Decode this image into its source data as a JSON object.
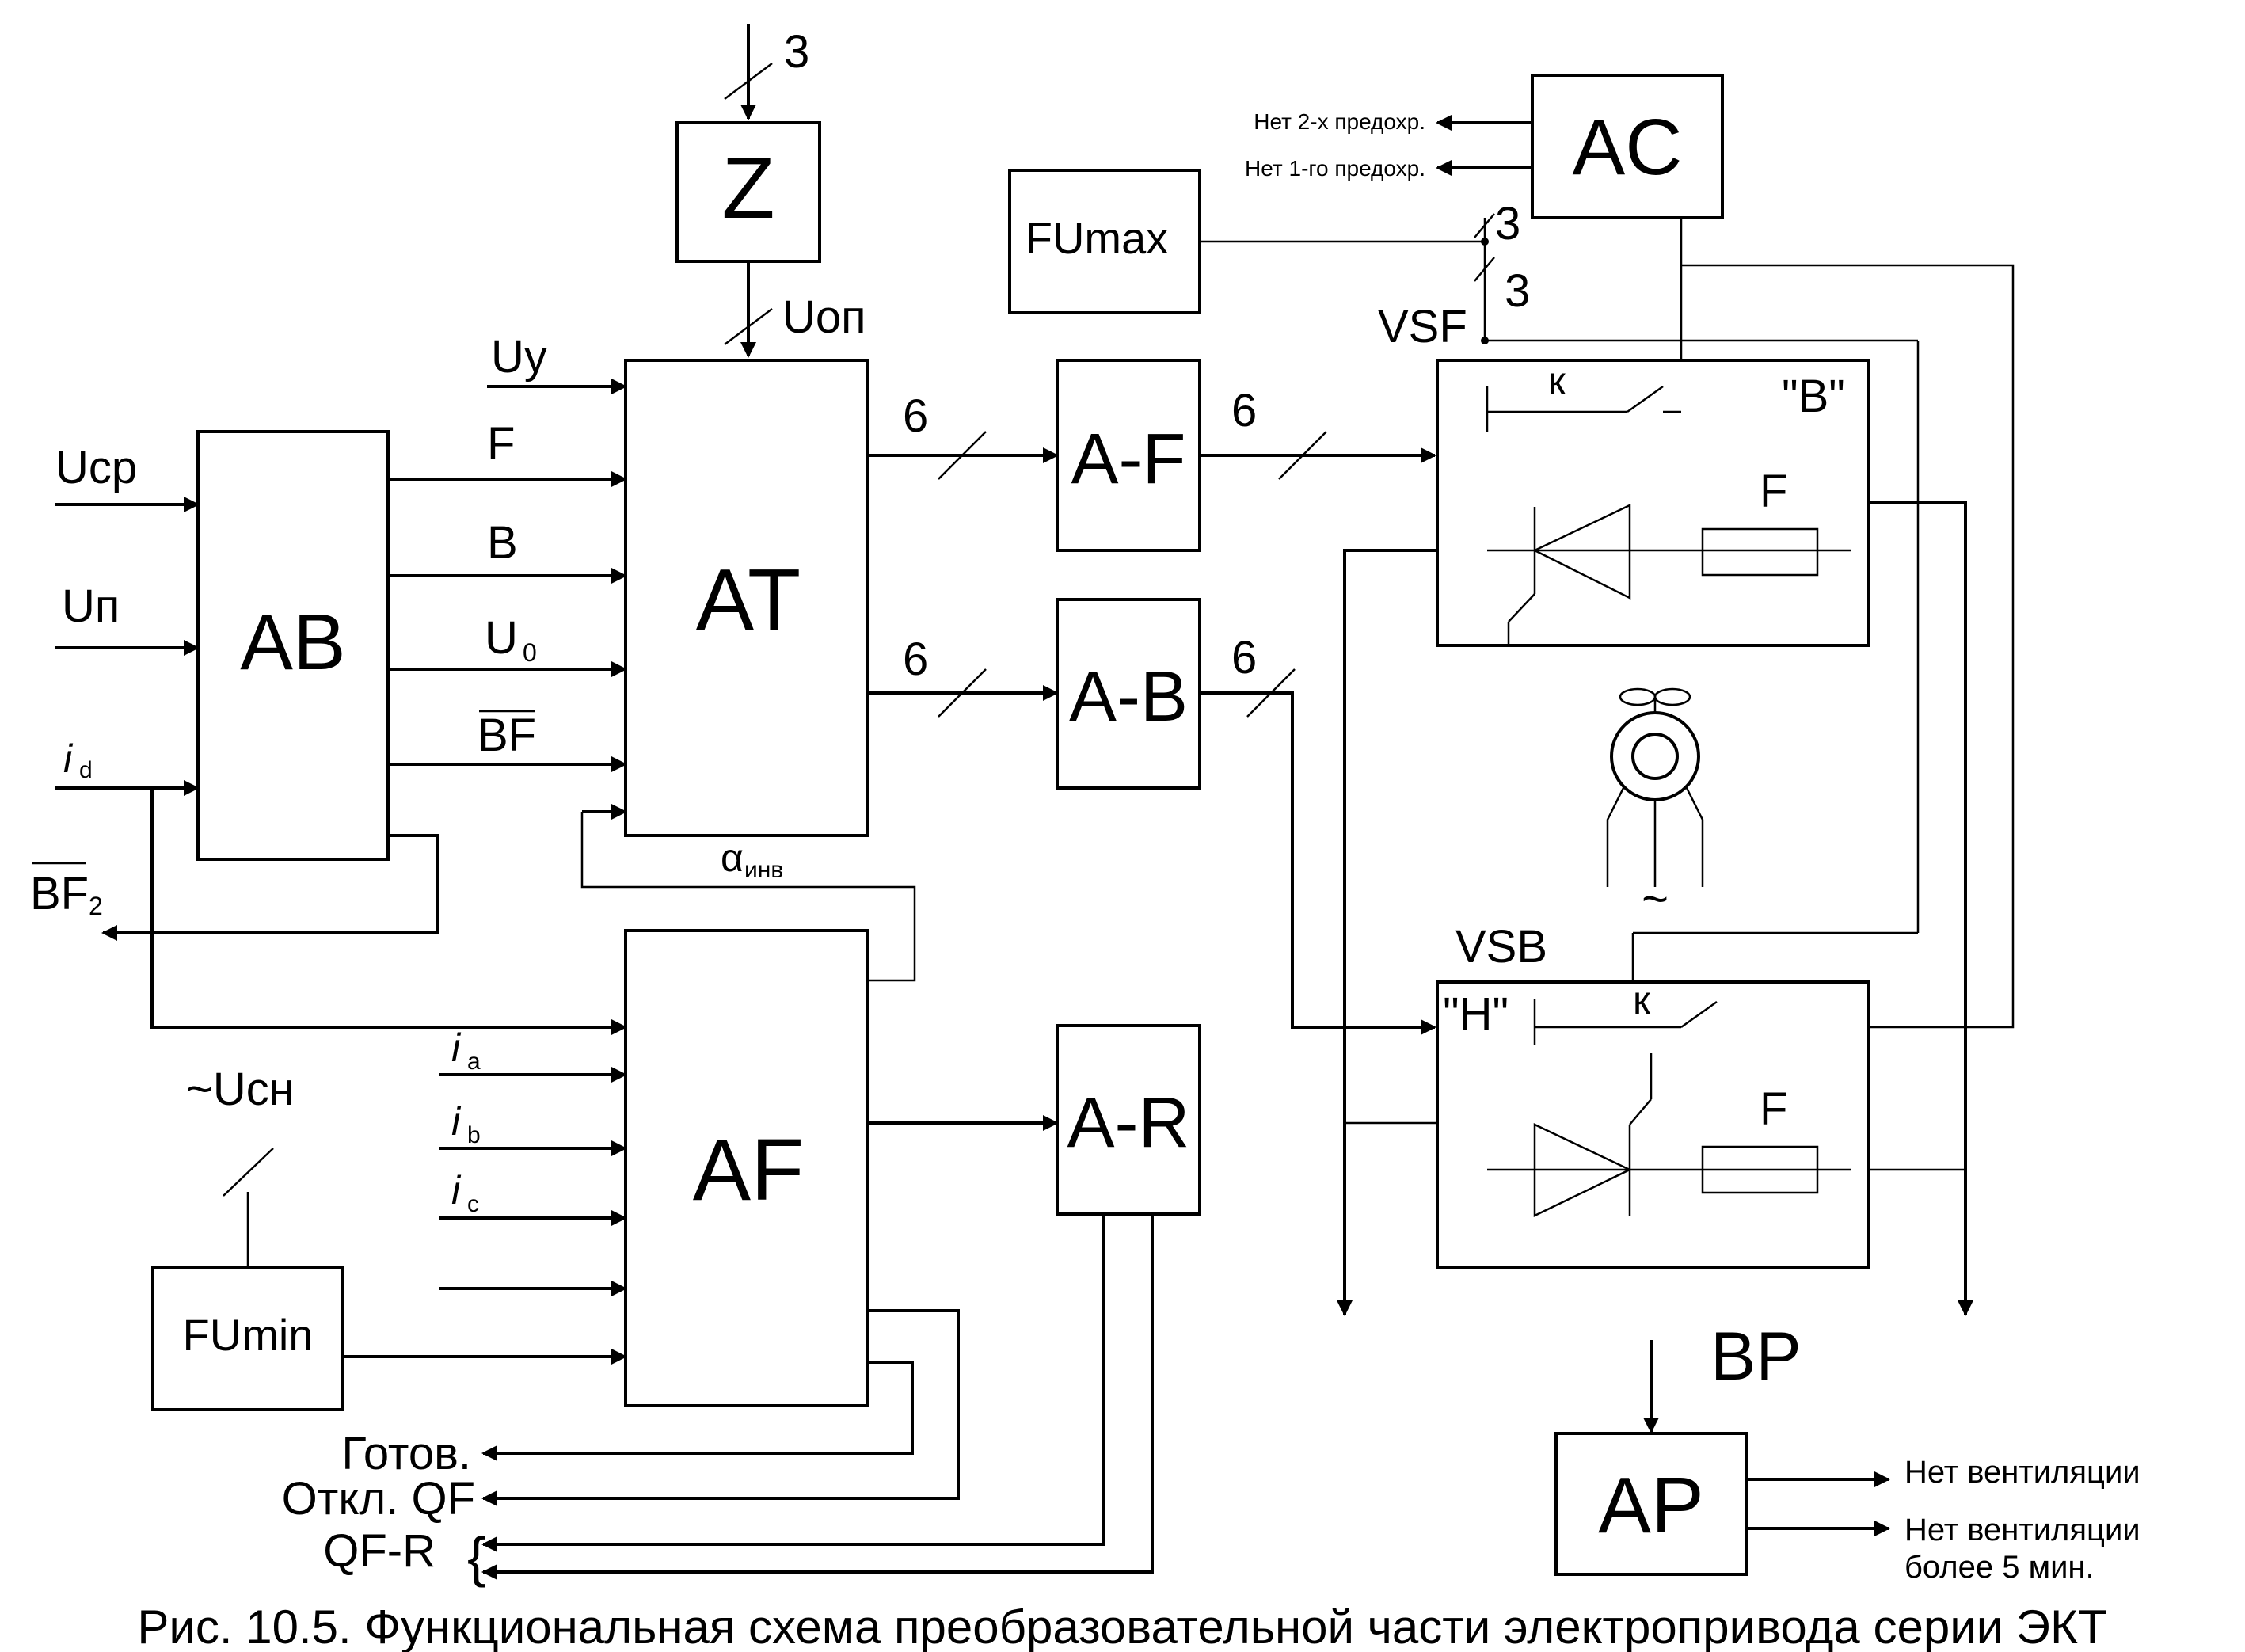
{
  "blocks": {
    "Z": "Z",
    "AT": "AT",
    "AB": "AB",
    "AF": "AF",
    "AF_conv": "A-F",
    "AB_conv": "A-B",
    "AR_conv": "A-R",
    "AC": "AC",
    "AP": "AP",
    "FUmax": "FUmax",
    "FUmin": "FUmin"
  },
  "signals": {
    "three_top": "3",
    "Uop": "Uоп",
    "Uy": "Uy",
    "Ucp": "Uср",
    "Un": "Uп",
    "F": "F",
    "B": "B",
    "U0_main": "U",
    "U0_sub": "0",
    "BF": "BF",
    "id_main": "i",
    "id_sub": "d",
    "BF2_main": "BF",
    "BF2_sub": "2",
    "alpha_main": "α",
    "alpha_sub": "инв",
    "ia_main": "i",
    "ia_sub": "a",
    "ib_main": "i",
    "ib_sub": "b",
    "ic_main": "i",
    "ic_sub": "c",
    "Ucn": "~Uсн",
    "six_1": "6",
    "six_2": "6",
    "six_3": "6",
    "six_4": "6",
    "three_ac1": "3",
    "three_ac2": "3",
    "gotov": "Готов.",
    "otkl_qf": "Откл. QF",
    "qf_r": "QF-R",
    "no_fuse2": "Нет 2-х предохр.",
    "no_fuse1": "Нет 1-го предохр.",
    "vsf": "VSF",
    "vsb": "VSB",
    "bridge_B": "\"B\"",
    "bridge_H": "\"H\"",
    "k1": "к",
    "k2": "к",
    "fuse1": "F",
    "fuse2": "F",
    "tilde": "~",
    "bp": "BP",
    "no_vent": "Нет вентиляции",
    "no_vent5_l1": "Нет вентиляции",
    "no_vent5_l2": "более 5 мин."
  },
  "caption": "Рис. 10.5. Функциональная схема преобразовательной части электропривода серии ЭКТ"
}
